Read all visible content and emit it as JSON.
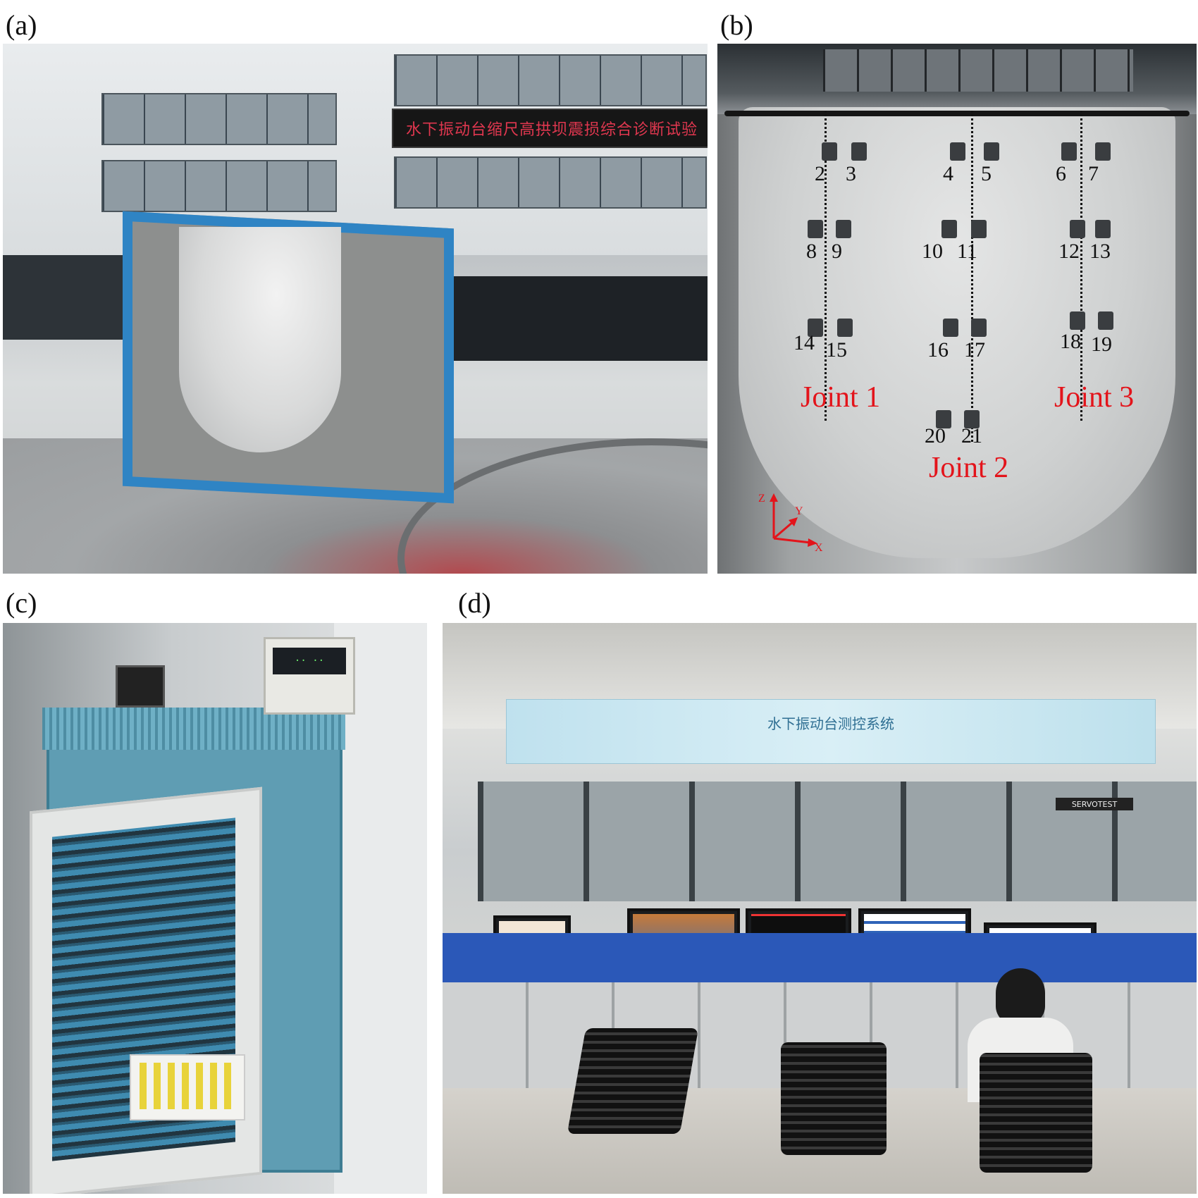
{
  "panels": {
    "a": {
      "label": "(a)",
      "sign_text": "水下振动台缩尺高拱坝震损综合诊断试验"
    },
    "b": {
      "label": "(b)",
      "sensor_numbers": [
        "2",
        "3",
        "4",
        "5",
        "6",
        "7",
        "8",
        "9",
        "10",
        "11",
        "12",
        "13",
        "14",
        "15",
        "16",
        "17",
        "18",
        "19",
        "20",
        "21"
      ],
      "joints": [
        "Joint 1",
        "Joint 2",
        "Joint 3"
      ],
      "axes": {
        "z": "Z",
        "y": "Y",
        "x": "X"
      }
    },
    "c": {
      "label": "(c)"
    },
    "d": {
      "label": "(d)",
      "banner_text": "水下振动台测控系统"
    }
  },
  "colors": {
    "joint_label": "#e3141b",
    "frame_blue": "#2f84c4",
    "desk_blue": "#2b58b8"
  }
}
